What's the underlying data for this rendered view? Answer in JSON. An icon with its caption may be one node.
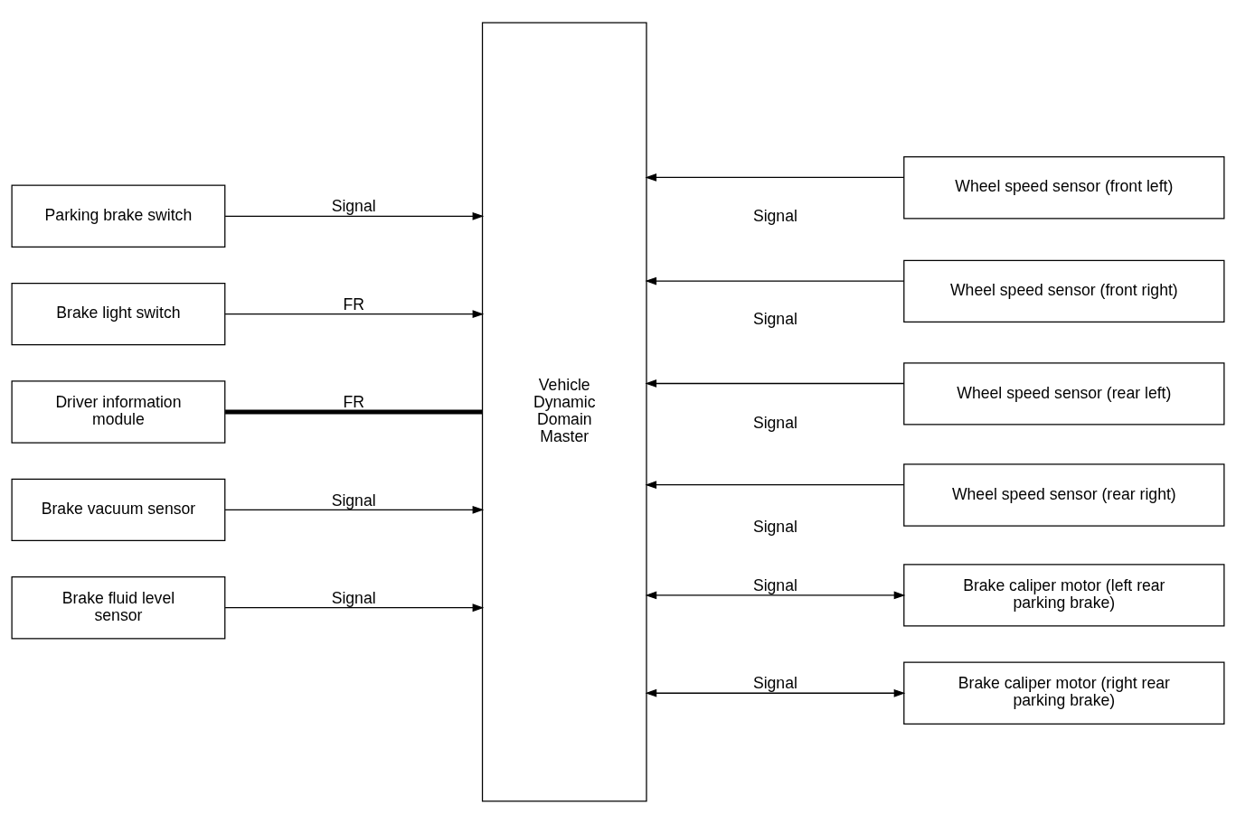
{
  "diagram": {
    "nodes": [
      {
        "text": [
          "Parking brake switch"
        ]
      },
      {
        "text": [
          "Brake light switch"
        ]
      },
      {
        "text": [
          "Driver information module"
        ]
      },
      {
        "text": [
          "Brake vacuum sensor"
        ]
      },
      {
        "text": [
          "Brake fluid level sensor"
        ]
      },
      {
        "text": [
          "Vehicle Dynamic Domain Master"
        ]
      },
      {
        "text": [
          "Wheel speed sensor (front left)"
        ]
      },
      {
        "text": [
          "Wheel speed sensor (front right)"
        ]
      },
      {
        "text": [
          "Wheel speed sensor (rear left)"
        ]
      },
      {
        "text": [
          "Wheel speed sensor (rear right)"
        ]
      },
      {
        "text": [
          "Brake caliper motor (left rear parking brake)"
        ]
      },
      {
        "text": [
          "Brake caliper motor (right rear parking brake)"
        ]
      }
    ],
    "edges": [
      {
        "from": 0,
        "to": 5,
        "arrow": "to",
        "label": "Signal"
      },
      {
        "from": 1,
        "to": 5,
        "arrow": "to",
        "label": "FR"
      },
      {
        "from": 2,
        "to": 5,
        "arrow": "none",
        "label": "FR",
        "style": "thick"
      },
      {
        "from": 3,
        "to": 5,
        "arrow": "to",
        "label": "Signal"
      },
      {
        "from": 4,
        "to": 5,
        "arrow": "to",
        "label": "Signal"
      },
      {
        "from": 6,
        "to": 5,
        "arrow": "to",
        "label": "Signal"
      },
      {
        "from": 7,
        "to": 5,
        "arrow": "to",
        "label": "Signal"
      },
      {
        "from": 8,
        "to": 5,
        "arrow": "to",
        "label": "Signal"
      },
      {
        "from": 9,
        "to": 5,
        "arrow": "to",
        "label": "Signal"
      },
      {
        "from": 5,
        "to": 10,
        "arrow": "both",
        "label": "Signal"
      },
      {
        "from": 5,
        "to": 11,
        "arrow": "both",
        "label": "Signal"
      }
    ]
  }
}
